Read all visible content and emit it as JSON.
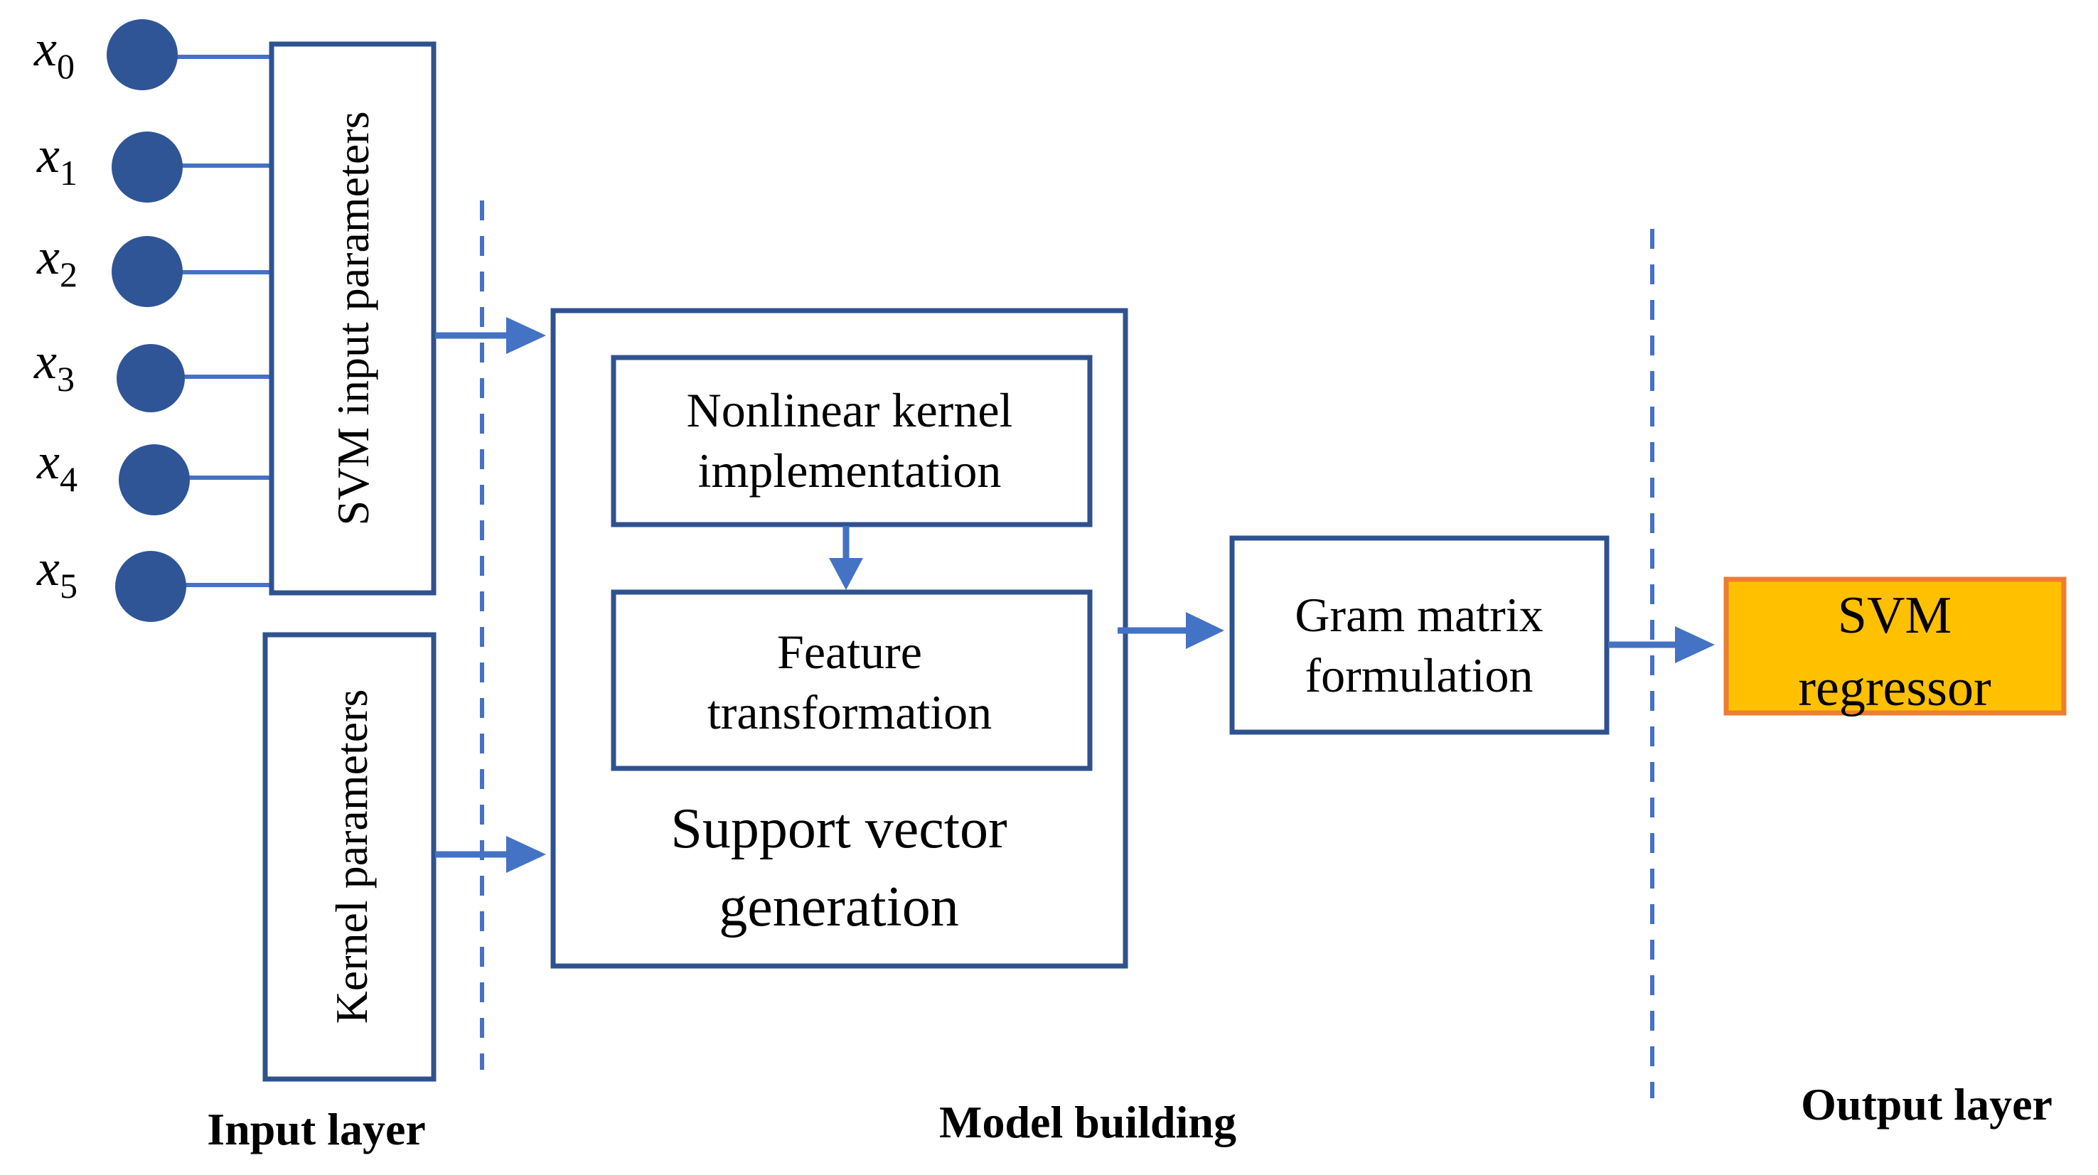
{
  "inputs": [
    {
      "var": "x",
      "sub": "0"
    },
    {
      "var": "x",
      "sub": "1"
    },
    {
      "var": "x",
      "sub": "2"
    },
    {
      "var": "x",
      "sub": "3"
    },
    {
      "var": "x",
      "sub": "4"
    },
    {
      "var": "x",
      "sub": "5"
    }
  ],
  "boxes": {
    "svm_input": "SVM input parameters",
    "kernel": "Kernel parameters",
    "nonlinear_line1": "Nonlinear kernel",
    "nonlinear_line2": "implementation",
    "feature_line1": "Feature",
    "feature_line2": "transformation",
    "support_line1": "Support vector",
    "support_line2": "generation",
    "gram_line1": "Gram matrix",
    "gram_line2": "formulation",
    "regressor_line1": "SVM",
    "regressor_line2": "regressor"
  },
  "sections": {
    "input": "Input layer",
    "model": "Model building",
    "output": "Output layer"
  },
  "colors": {
    "node_fill": "#2f5597",
    "box_stroke": "#2f528f",
    "arrow": "#4472c4",
    "regressor_fill": "#ffc000",
    "regressor_stroke": "#ed7d31"
  }
}
